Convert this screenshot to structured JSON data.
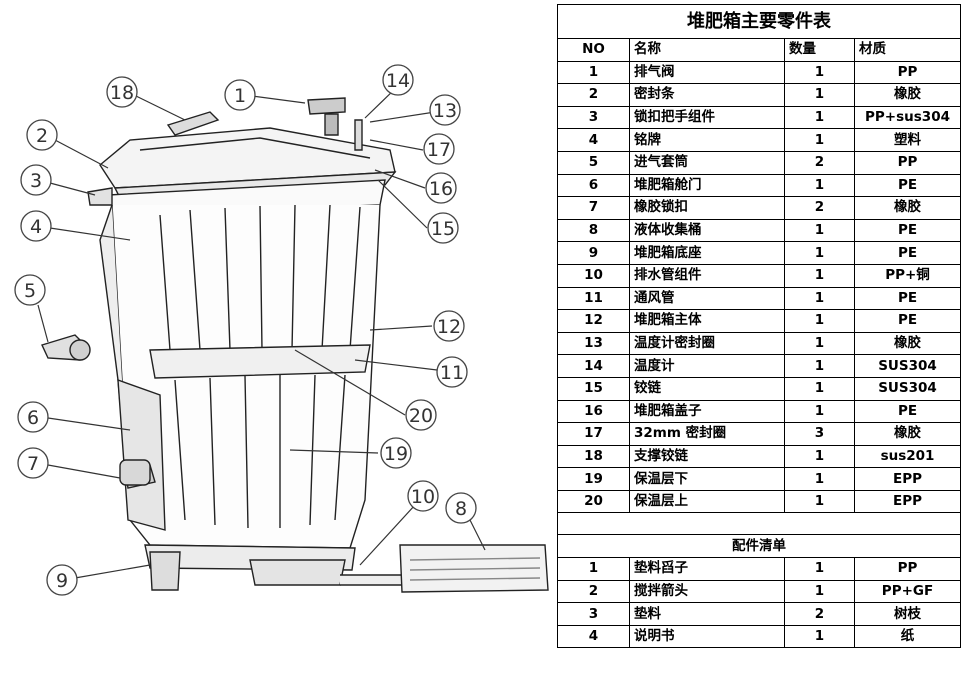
{
  "parts_table": {
    "title": "堆肥箱主要零件表",
    "headers": {
      "no": "NO",
      "name": "名称",
      "qty": "数量",
      "material": "材质"
    },
    "rows": [
      {
        "no": "1",
        "name": "排气阀",
        "qty": "1",
        "material": "PP"
      },
      {
        "no": "2",
        "name": "密封条",
        "qty": "1",
        "material": "橡胶"
      },
      {
        "no": "3",
        "name": "锁扣把手组件",
        "qty": "1",
        "material": "PP+sus304"
      },
      {
        "no": "4",
        "name": "铭牌",
        "qty": "1",
        "material": "塑料"
      },
      {
        "no": "5",
        "name": "进气套筒",
        "qty": "2",
        "material": "PP"
      },
      {
        "no": "6",
        "name": "堆肥箱舱门",
        "qty": "1",
        "material": "PE"
      },
      {
        "no": "7",
        "name": "橡胶锁扣",
        "qty": "2",
        "material": "橡胶"
      },
      {
        "no": "8",
        "name": "液体收集桶",
        "qty": "1",
        "material": "PE"
      },
      {
        "no": "9",
        "name": "堆肥箱底座",
        "qty": "1",
        "material": "PE"
      },
      {
        "no": "10",
        "name": "排水管组件",
        "qty": "1",
        "material": "PP+铜"
      },
      {
        "no": "11",
        "name": "通风管",
        "qty": "1",
        "material": "PE"
      },
      {
        "no": "12",
        "name": "堆肥箱主体",
        "qty": "1",
        "material": "PE"
      },
      {
        "no": "13",
        "name": "温度计密封圈",
        "qty": "1",
        "material": "橡胶"
      },
      {
        "no": "14",
        "name": "温度计",
        "qty": "1",
        "material": "SUS304"
      },
      {
        "no": "15",
        "name": "铰链",
        "qty": "1",
        "material": "SUS304"
      },
      {
        "no": "16",
        "name": "堆肥箱盖子",
        "qty": "1",
        "material": "PE"
      },
      {
        "no": "17",
        "name": "32mm 密封圈",
        "qty": "3",
        "material": "橡胶"
      },
      {
        "no": "18",
        "name": "支撑铰链",
        "qty": "1",
        "material": "sus201"
      },
      {
        "no": "19",
        "name": "保温层下",
        "qty": "1",
        "material": "EPP"
      },
      {
        "no": "20",
        "name": "保温层上",
        "qty": "1",
        "material": "EPP"
      }
    ]
  },
  "accessories_table": {
    "title": "配件清单",
    "rows": [
      {
        "no": "1",
        "name": "垫料舀子",
        "qty": "1",
        "material": "PP"
      },
      {
        "no": "2",
        "name": "搅拌箭头",
        "qty": "1",
        "material": "PP+GF"
      },
      {
        "no": "3",
        "name": "垫料",
        "qty": "2",
        "material": "树枝"
      },
      {
        "no": "4",
        "name": "说明书",
        "qty": "1",
        "material": "纸"
      }
    ]
  },
  "callouts": [
    "1",
    "2",
    "3",
    "4",
    "5",
    "6",
    "7",
    "8",
    "9",
    "10",
    "11",
    "12",
    "13",
    "14",
    "15",
    "16",
    "17",
    "18",
    "19",
    "20"
  ]
}
